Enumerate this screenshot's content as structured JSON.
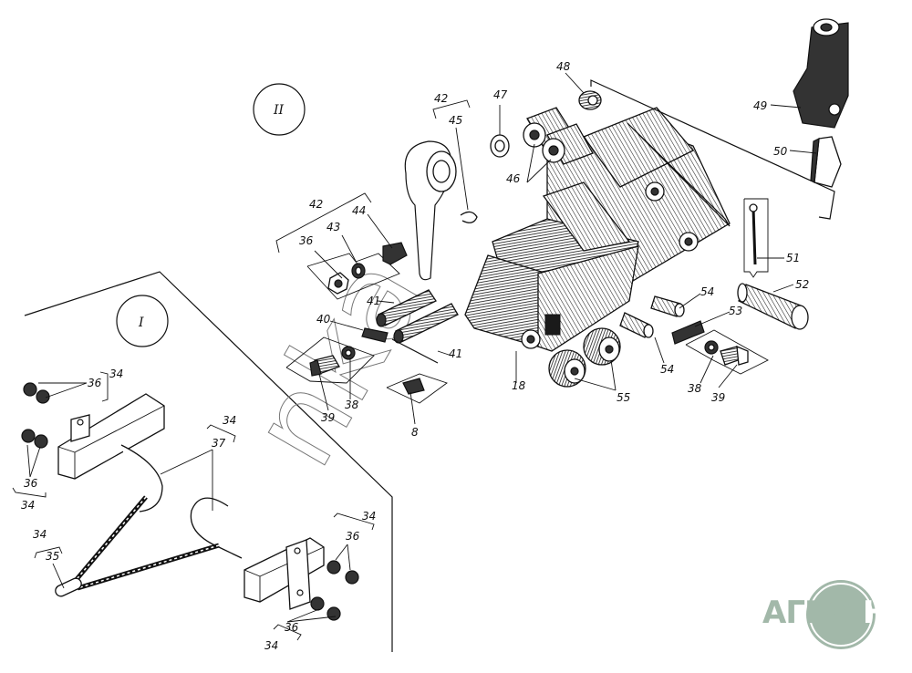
{
  "diagram": {
    "type": "exploded-parts-view",
    "views": [
      {
        "id": "I",
        "label": "I"
      },
      {
        "id": "II",
        "label": "II"
      }
    ],
    "callouts": {
      "c8": "8",
      "c18": "18",
      "c34a": "34",
      "c34b": "34",
      "c34c": "34",
      "c34d": "34",
      "c34e": "34",
      "c34f": "34",
      "c35": "35",
      "c36a": "36",
      "c36b": "36",
      "c36c": "36",
      "c36d": "36",
      "c36e": "36",
      "c37": "37",
      "c38a": "38",
      "c38b": "38",
      "c39a": "39",
      "c39b": "39",
      "c40": "40",
      "c41a": "41",
      "c41b": "41",
      "c42a": "42",
      "c42b": "42",
      "c43": "43",
      "c44": "44",
      "c45": "45",
      "c46": "46",
      "c47": "47",
      "c48": "48",
      "c49": "49",
      "c50": "50",
      "c51": "51",
      "c52": "52",
      "c53": "53",
      "c54a": "54",
      "c54b": "54",
      "c55": "55"
    }
  },
  "watermark": {
    "text": "nka"
  },
  "logo": {
    "left": "АГРО",
    "right": "НКА",
    "color": "#a2b8a9"
  },
  "colors": {
    "ink": "#111111",
    "background": "#ffffff",
    "watermark": "#777777"
  }
}
